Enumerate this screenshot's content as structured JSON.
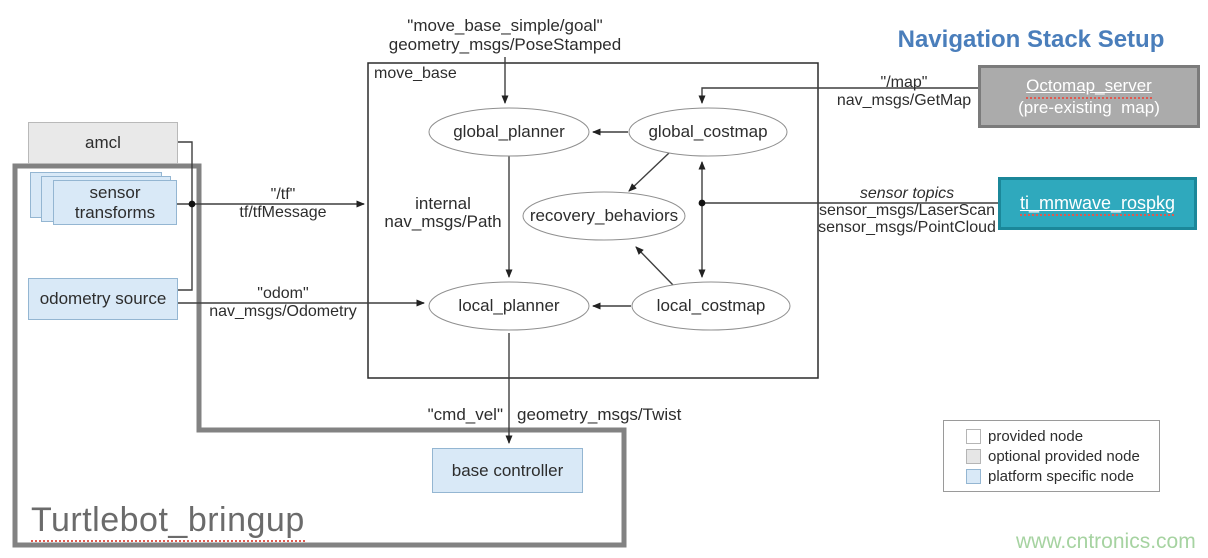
{
  "title": "Navigation Stack Setup",
  "outer_label": "Turtlebot_bringup",
  "watermark": "www.cntronics.com",
  "nodes": {
    "move_base": "move_base",
    "global_planner": "global_planner",
    "global_costmap": "global_costmap",
    "recovery_behaviors": "recovery_behaviors",
    "local_planner": "local_planner",
    "local_costmap": "local_costmap",
    "amcl": "amcl",
    "sensor_transforms": "sensor transforms",
    "odometry_source": "odometry source",
    "base_controller": "base controller",
    "octomap_line1": "Octomap_server",
    "octomap_line2": "(pre-existing  map)",
    "ti_mmwave": "ti_mmwave_rospkg"
  },
  "topics": {
    "goal_line1": "\"move_base_simple/goal\"",
    "goal_line2": "geometry_msgs/PoseStamped",
    "tf_line1": "\"/tf\"",
    "tf_line2": "tf/tfMessage",
    "odom_line1": "\"odom\"",
    "odom_line2": "nav_msgs/Odometry",
    "map_line1": "\"/map\"",
    "map_line2": "nav_msgs/GetMap",
    "sensor_line1": "sensor topics",
    "sensor_line2": "sensor_msgs/LaserScan",
    "sensor_line3": "sensor_msgs/PointCloud",
    "internal_line1": "internal",
    "internal_line2": "nav_msgs/Path",
    "cmd_line1": "\"cmd_vel\"",
    "cmd_line2": "geometry_msgs/Twist"
  },
  "legend": {
    "items": [
      {
        "label": "provided node",
        "color": "#ffffff"
      },
      {
        "label": "optional provided node",
        "color": "#e6e6e6"
      },
      {
        "label": "platform specific node",
        "color": "#d9e9f7"
      }
    ]
  },
  "colors": {
    "title_blue": "#4a7ebb",
    "teal_node": "#2fa9bd",
    "optional_node_gray": "#ababab",
    "platform_node_blue": "#d9e9f7",
    "outer_border_gray": "#828282",
    "connector": "#3f3f3f",
    "watermark_green": "#a6d3a1",
    "spellcheck_red": "#e05a50"
  }
}
